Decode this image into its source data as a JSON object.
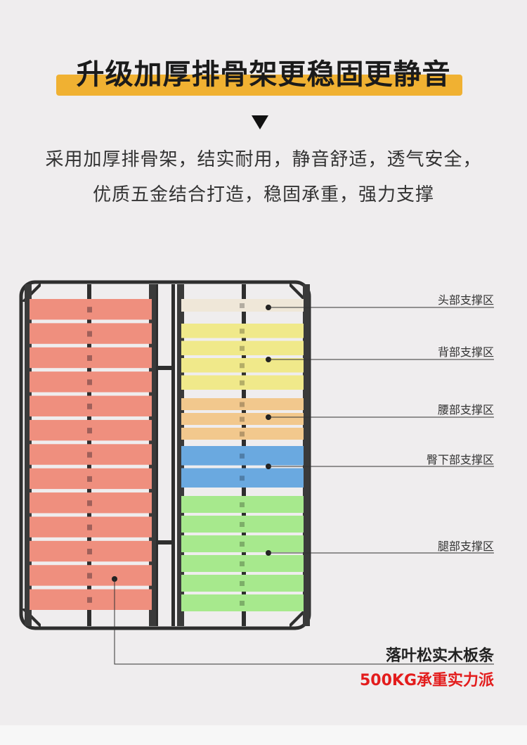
{
  "header": {
    "title": "升级加厚排骨架更稳固更静音",
    "accent_color": "#f0b132",
    "arrow_icon": "down-triangle-icon"
  },
  "description": {
    "line1": "采用加厚排骨架，结实耐用，静音舒适，透气安全，",
    "line2": "优质五金结合打造，稳固承重，强力支撑"
  },
  "zones": [
    {
      "label": "头部支撑区",
      "color": "#efe7d8"
    },
    {
      "label": "背部支撑区",
      "color": "#f0e98a"
    },
    {
      "label": "腰部支撑区",
      "color": "#f2c88d"
    },
    {
      "label": "臀下部支撑区",
      "color": "#6aa9e0"
    },
    {
      "label": "腿部支撑区",
      "color": "#a7e98d"
    }
  ],
  "left_panel_color": "#ef8f7e",
  "frame_color": "#2e2e2e",
  "callout": {
    "wood": "落叶松实木板条",
    "load": "500KG承重实力派",
    "load_color": "#e31c1c"
  }
}
